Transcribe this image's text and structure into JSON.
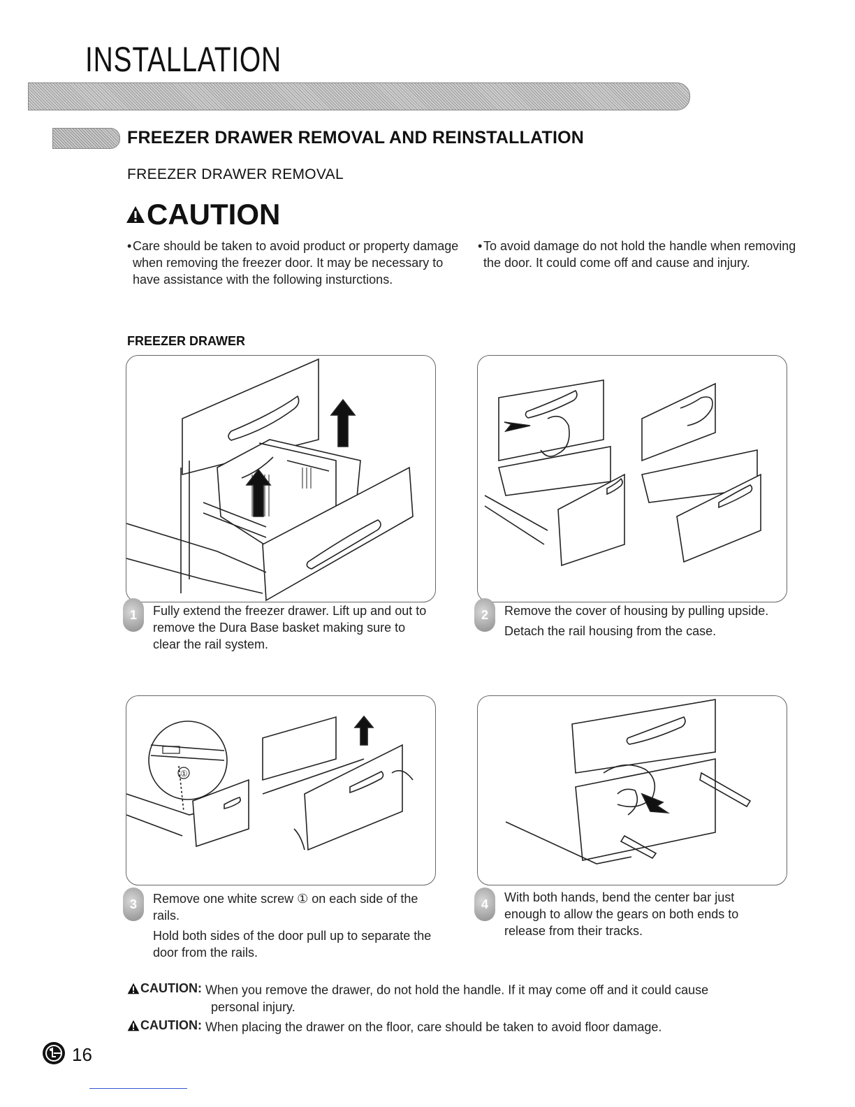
{
  "header": {
    "title": "INSTALLATION"
  },
  "section": {
    "title": "FREEZER DRAWER REMOVAL AND REINSTALLATION",
    "subtitle": "FREEZER DRAWER REMOVAL"
  },
  "caution": {
    "heading": "CAUTION",
    "left": "Care should be taken to avoid product or property damage when removing the freezer door. It may be necessary to have assistance with the following insturctions.",
    "right": "To avoid damage do not hold the handle when removing the door. It could come off and cause and injury."
  },
  "subsection": {
    "title": "FREEZER DRAWER"
  },
  "steps": [
    {
      "number": "1",
      "lines": [
        "Fully extend the freezer drawer. Lift up and out to remove the Dura Base basket making sure to clear the rail system."
      ]
    },
    {
      "number": "2",
      "lines": [
        "Remove the cover of housing by pulling upside.",
        "Detach the rail housing from the case."
      ]
    },
    {
      "number": "3",
      "lines": [
        "Remove one white screw ① on each side of the rails.",
        "Hold both sides of the door pull up to separate the door from the rails."
      ]
    },
    {
      "number": "4",
      "lines": [
        "With both hands, bend the center bar just enough to allow the gears on both ends to release from their tracks."
      ]
    }
  ],
  "figure3": {
    "callout": "①"
  },
  "bottom_cautions": [
    {
      "label": "CAUTION:",
      "text": "When you remove the drawer, do not hold the handle. If it may come off and it could cause",
      "cont": "personal injury."
    },
    {
      "label": "CAUTION:",
      "text": "When placing the drawer on the floor, care should be taken to avoid floor damage.",
      "cont": ""
    }
  ],
  "footer": {
    "page": "16",
    "logo": "lg-logo-icon"
  }
}
